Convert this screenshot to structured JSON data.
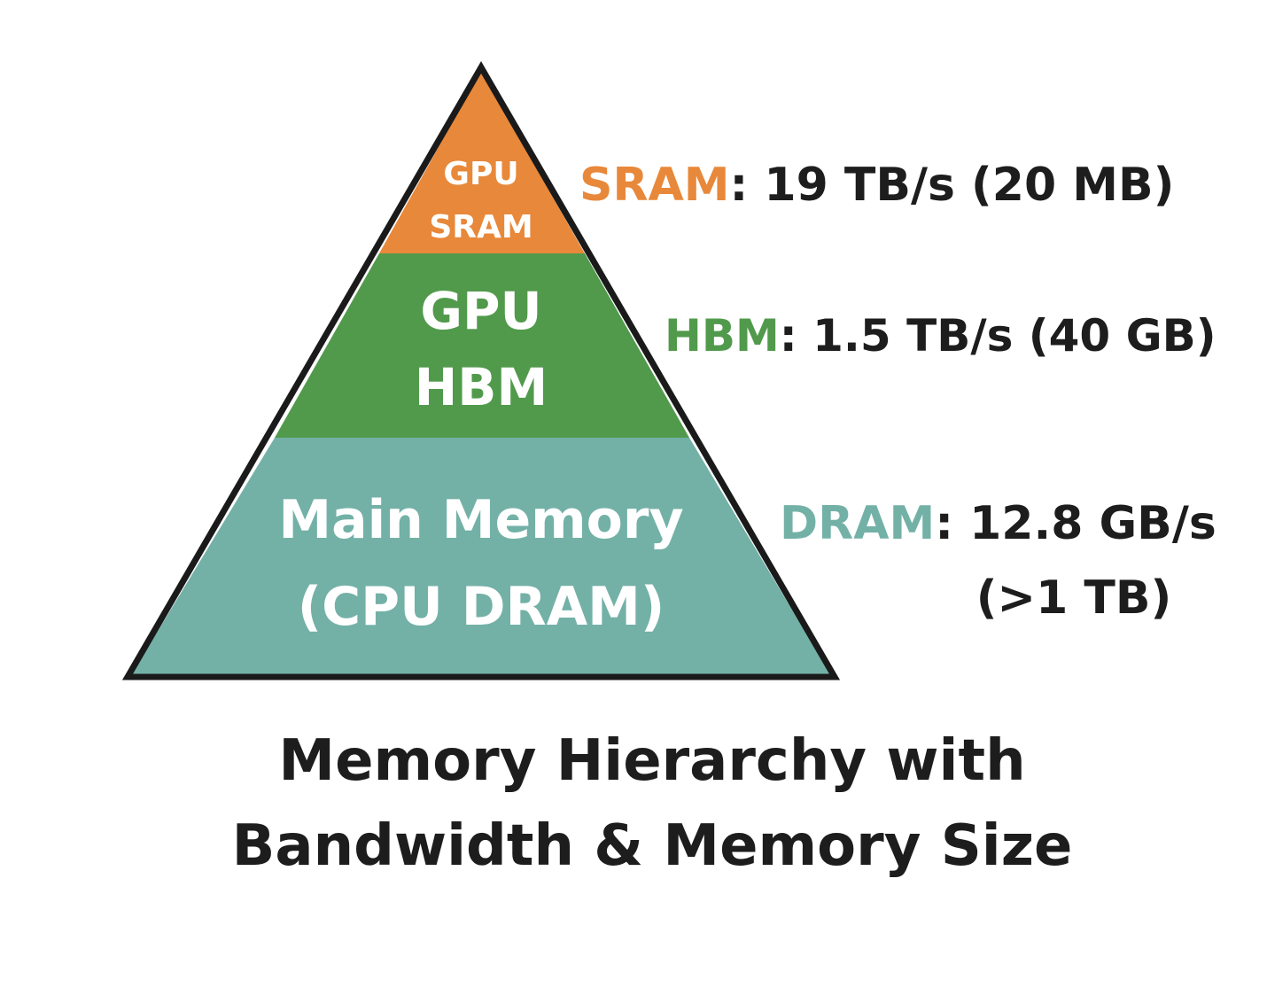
{
  "colors": {
    "sram": "#e8883a",
    "hbm": "#519a4c",
    "dram": "#73b1a7",
    "outline": "#1a1a1a",
    "text": "#1d1d1d",
    "tier_text": "#ffffff"
  },
  "pyramid": {
    "top_tier": {
      "line1": "GPU",
      "line2": "SRAM"
    },
    "middle_tier": {
      "line1": "GPU",
      "line2": "HBM"
    },
    "bottom_tier": {
      "line1": "Main Memory",
      "line2": "(CPU DRAM)"
    }
  },
  "annotations": {
    "sram": {
      "key": "SRAM",
      "value": ": 19 TB/s (20 MB)"
    },
    "hbm": {
      "key": "HBM",
      "value": ": 1.5 TB/s (40 GB)"
    },
    "dram": {
      "key": "DRAM",
      "value": ": 12.8 GB/s",
      "value_line2": "(>1 TB)"
    }
  },
  "caption": {
    "line1": "Memory Hierarchy with",
    "line2": "Bandwidth & Memory Size"
  }
}
